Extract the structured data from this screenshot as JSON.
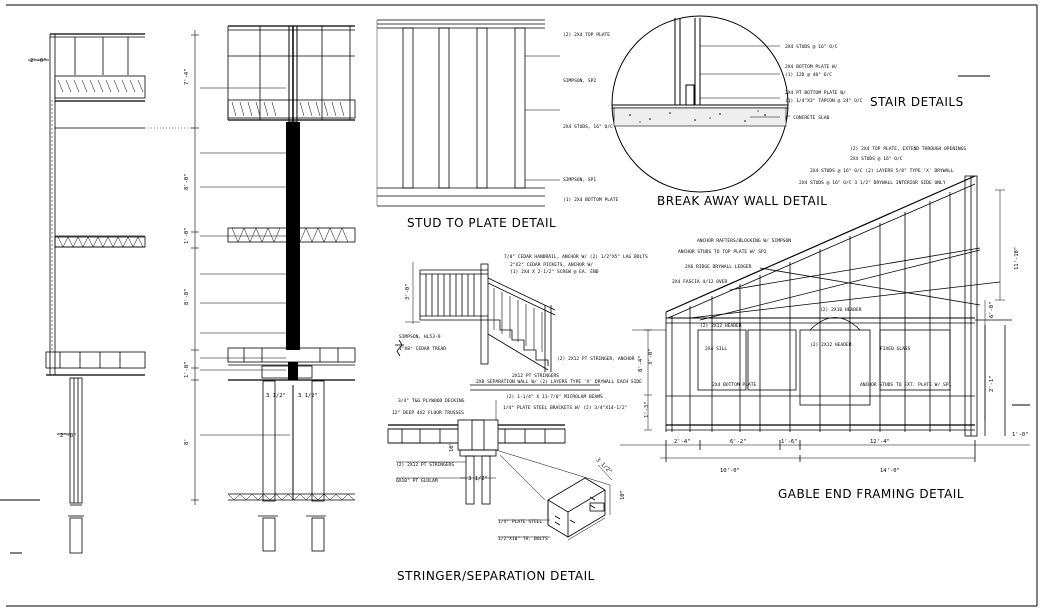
{
  "titles": {
    "stud_to_plate": "STUD TO PLATE DETAIL",
    "break_away": "BREAK AWAY WALL DETAIL",
    "stair": "STAIR DETAILS",
    "stringer": "STRINGER/SEPARATION DETAIL",
    "gable": "GABLE END FRAMING DETAIL"
  },
  "stud_plate_notes": [
    "(2) 2X4 TOP PLATE",
    "SIMPSON, SP2",
    "2X4 STUDS, 16\" O/C",
    "SIMPSON, SP1",
    "(1) 2X4 BOTTOM PLATE"
  ],
  "break_away_notes": [
    "2X4 STUDS @ 16\" O/C",
    "2X4 BOTTOM PLATE W/",
    "(1) 12D @ 48\" O/C",
    "2X4 PT BOTTOM PLATE W/",
    "(1) 1/4\"X3\" TAPCON @ 24\" O/C",
    "4\" CONCRETE SLAB"
  ],
  "section_dims": [
    "2'-0\"",
    "7'-4\"",
    "8'-0\"",
    "1'-0\"",
    "8'-0\"",
    "1'-0\"",
    "8'",
    "2'-0\"",
    "3 1/2\"",
    "3 1/2\""
  ],
  "stair_notes": [
    "7/8\" CEDAR HANDRAIL, ANCHOR W/ (2) 1/2\"X5\" LAG BOLTS",
    "2\"X2\" CEDAR PICKETS, ANCHOR W/",
    "(1) 2X4 X 2-1/2\" SCREW @ EA. END",
    "SIMPSON, HL53-9",
    "1\"X8\" CEDAR TREAD",
    "(2) 2X12 PT STRINGER, ANCHOR",
    "2X12 PT STRINGERS",
    "3'-0\""
  ],
  "stringer_notes": [
    "2X8 SEPARATION WALL W/ (2) LAYERS TYPE 'X' DRYWALL EACH SIDE",
    "(2) 1-1/4\" X 11-7/8\" MICROLAM BEAMS",
    "1/4\" PLATE STEEL BRACKETS W/ (2) 3/4\"X14-1/2\"",
    "3/4\" T&G PLYWOOD DECKING",
    "12\" DEEP 4X2 FLOOR TRUSSES",
    "(2) 2X12 PT STRINGERS",
    "6X10\" PT GLULAM",
    "1/4\" PLATE STEEL",
    "1/2\"X10\" TH. BOLTS",
    "10\"",
    "3 1/2\"",
    "10\"",
    "3 1/2\""
  ],
  "gable_notes": [
    "(2) 2X4 TOP PLATE, EXTEND THROUGH OPENINGS",
    "2X4 STUDS @ 16\" O/C",
    "2X4 STUDS @ 16\" O/C (2) LAYERS 5/8\" TYPE 'X' DRYWALL",
    "2X4 STUDS @ 16\" O/C 3 1/2\" DRYWALL INTERIOR SIDE ONLY",
    "ANCHOR RAFTERS/BLOCKING W/ SIMPSON",
    "ANCHOR STUDS TO TOP PLATE W/ SP2",
    "2X6 RIDGE DRYWALL LEDGER",
    "2X4 FASCIA 4/12 OVER",
    "(2) 2X10 HEADER",
    "(2) 2X12 HEADER",
    "2X4 SILL",
    "(2) 2X12 HEADER",
    "FIXED GLASS",
    "2X4 BOTTOM PLATE",
    "ANCHOR STUDS TO EXT. PLATE W/ SP1",
    "11'-10\"",
    "2'-4\"",
    "6'-2\"",
    "1'-6\"",
    "12'-4\"",
    "10'-0\"",
    "14'-0\"",
    "8'-4\"",
    "3'-0\"",
    "1'-3\"",
    "1'-0\"",
    "6'-0\"",
    "2'-1\""
  ]
}
